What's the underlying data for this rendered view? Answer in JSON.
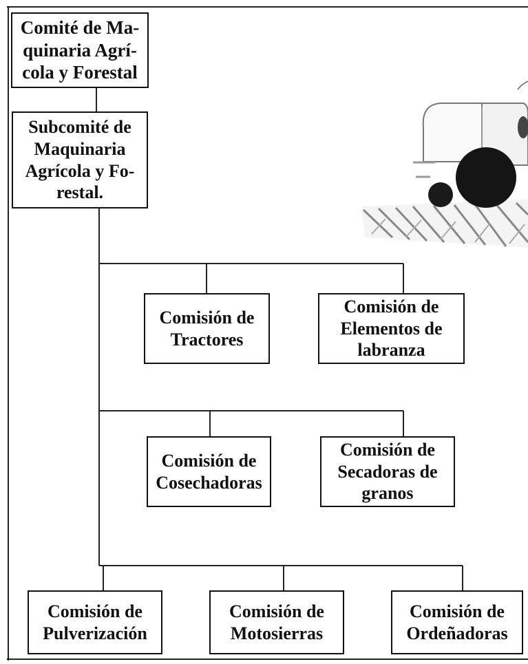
{
  "org_chart": {
    "root": {
      "label": "Comité de Ma-\nquinaria Agrí-\ncola y Forestal"
    },
    "sub": {
      "label": "Subcomité de\nMaquinaria\nAgrícola y Fo-\nrestal."
    },
    "commissions": [
      {
        "label": "Comisión de\nTractores"
      },
      {
        "label": "Comisión de\nElementos de\nlabranza"
      },
      {
        "label": "Comisión de\nCosechadoras"
      },
      {
        "label": "Comisión de\nSecadoras de\ngranos"
      },
      {
        "label": "Comisión de\nPulverización"
      },
      {
        "label": "Comisión de\nMotosierras"
      },
      {
        "label": "Comisión de\nOrdeñadoras"
      }
    ]
  },
  "illustration": {
    "subject": "tractor-illustration"
  },
  "colors": {
    "line": "#222222",
    "text": "#111111",
    "background": "#ffffff"
  }
}
